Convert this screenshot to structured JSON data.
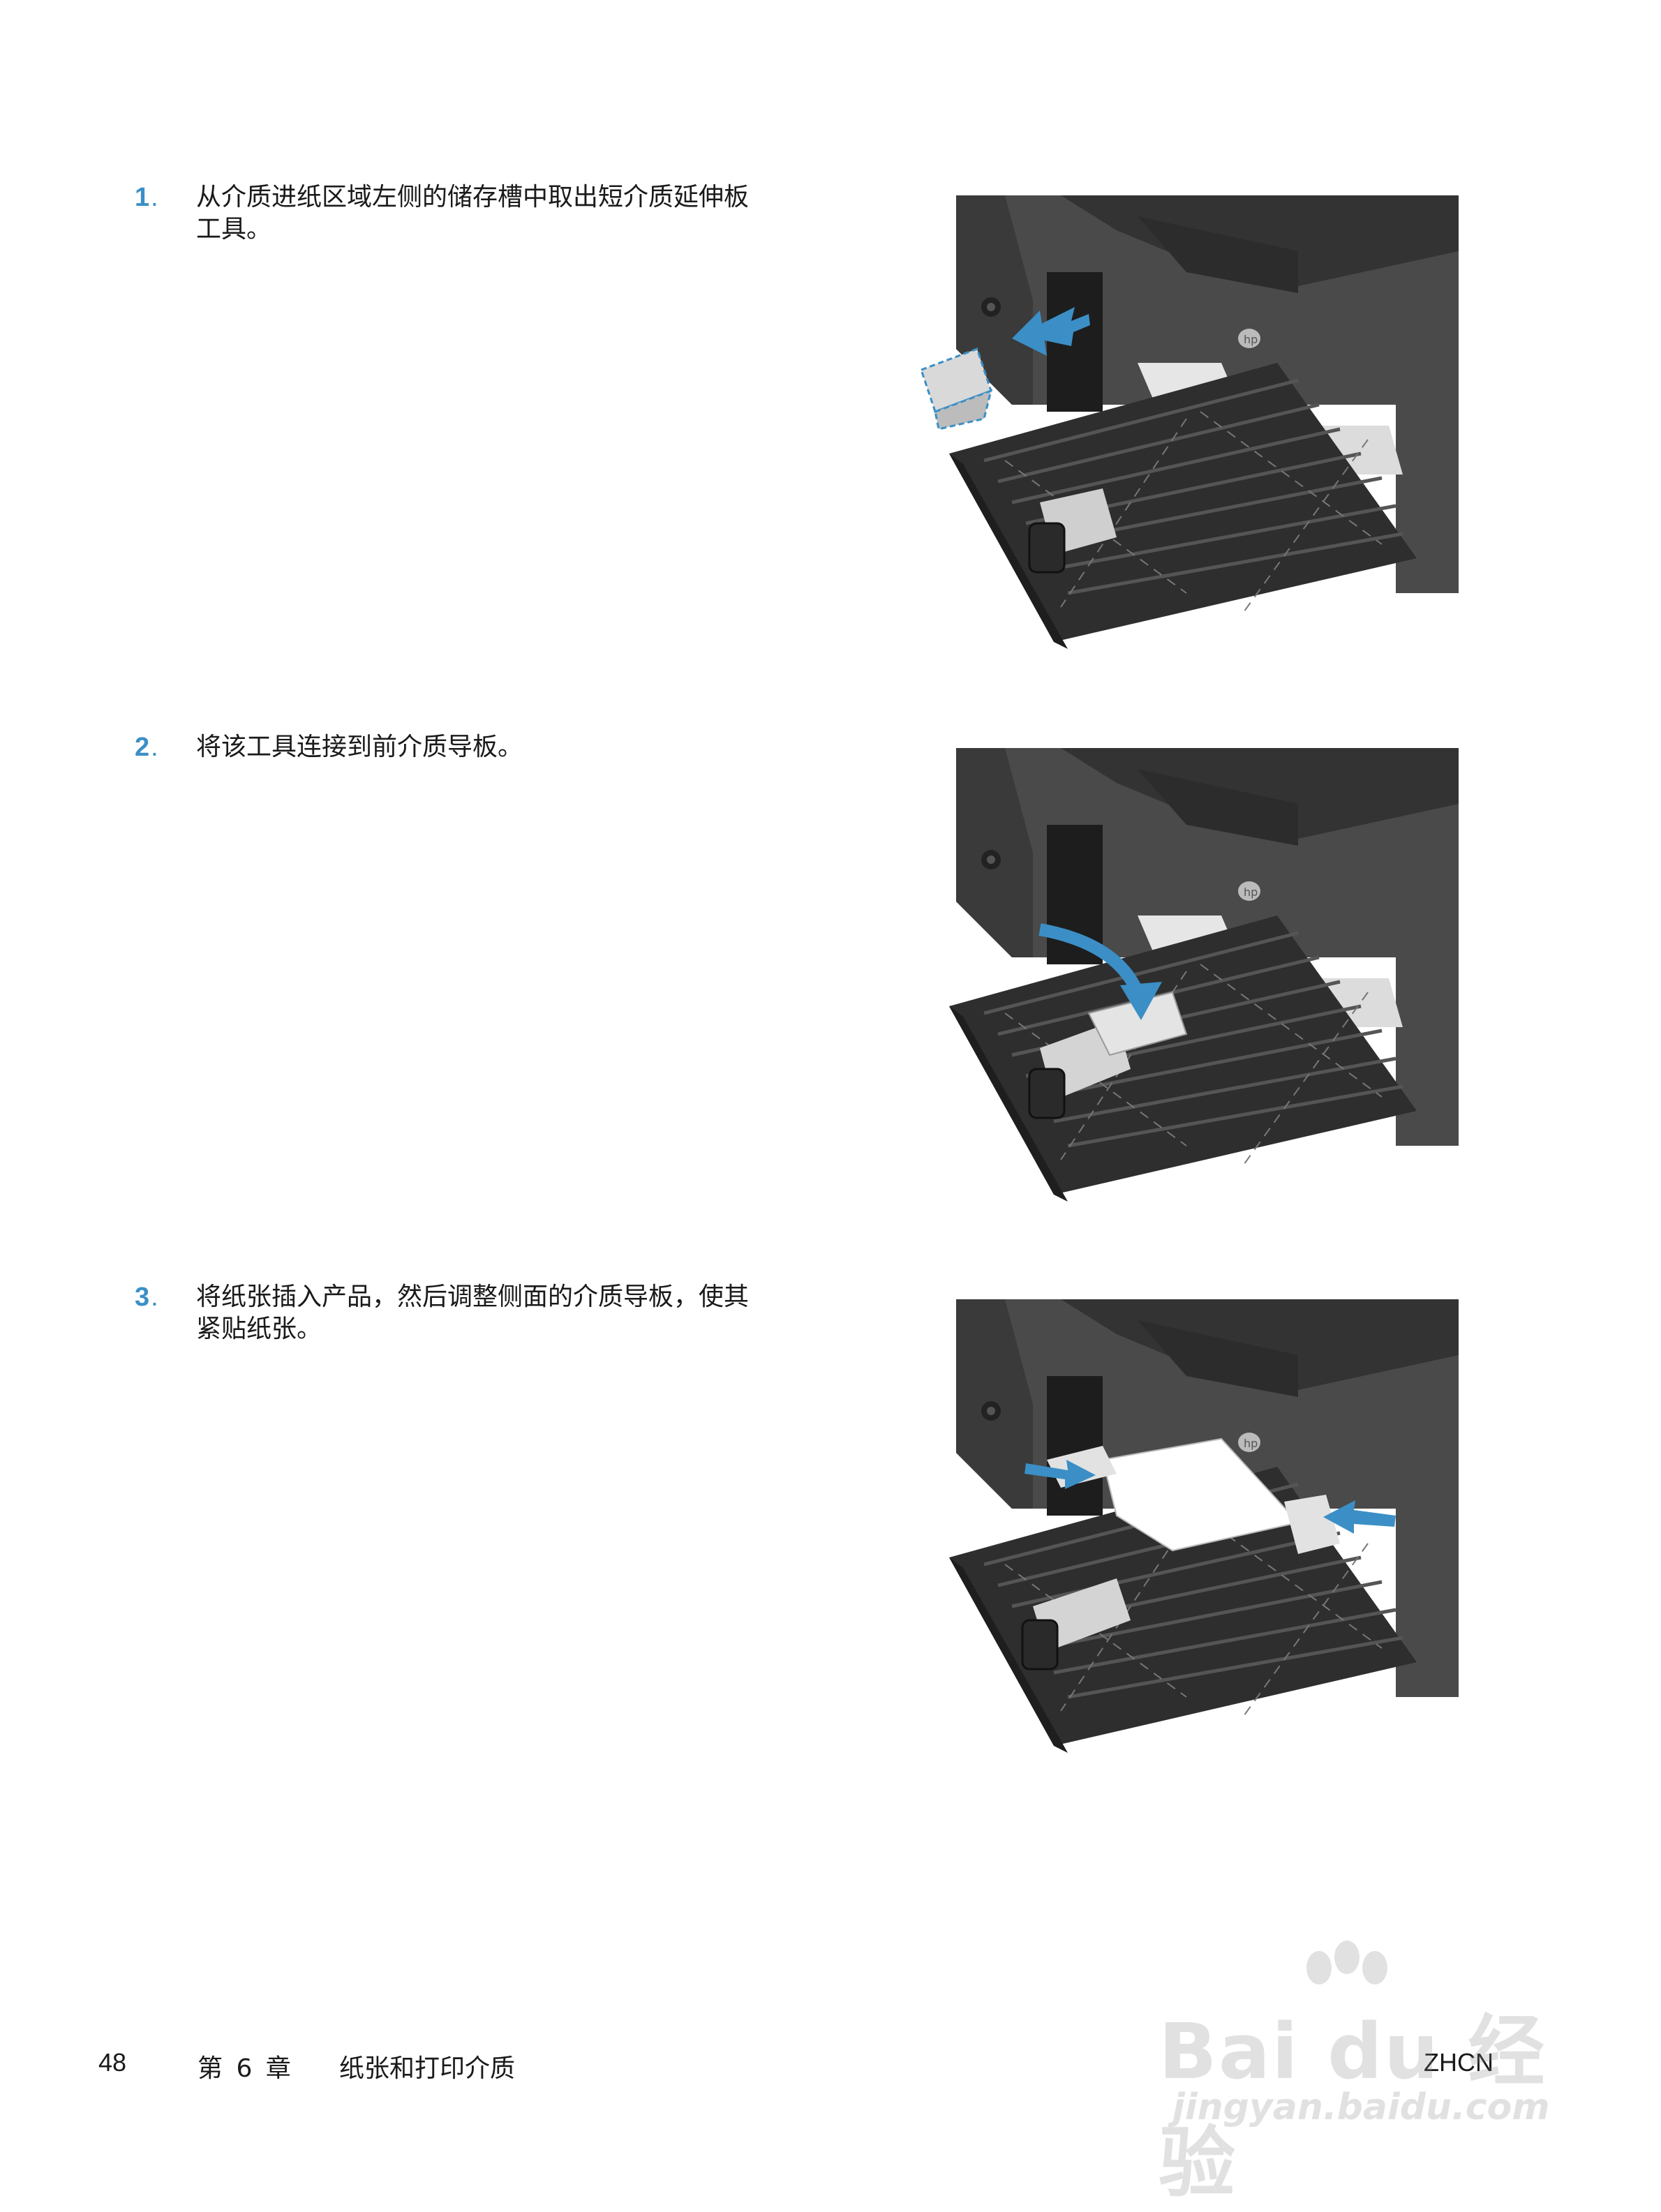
{
  "steps": [
    {
      "num": "1",
      "text": "从介质进纸区域左侧的储存槽中取出短介质延伸板工具。"
    },
    {
      "num": "2",
      "text": "将该工具连接到前介质导板。"
    },
    {
      "num": "3",
      "text": "将纸张插入产品，然后调整侧面的介质导板，使其紧贴纸张。"
    }
  ],
  "footer": {
    "page_number": "48",
    "chapter": "第 6 章",
    "chapter_title": "纸张和打印介质",
    "lang": "ZHCN"
  },
  "watermark": {
    "brand": "Bai du 经验",
    "url": "jingyan.baidu.com"
  },
  "illustration": {
    "logo_text": "hp"
  },
  "colors": {
    "accent": "#3b8fc6",
    "printer_body": "#4a4a4a",
    "tray": "#2e2e2e"
  }
}
